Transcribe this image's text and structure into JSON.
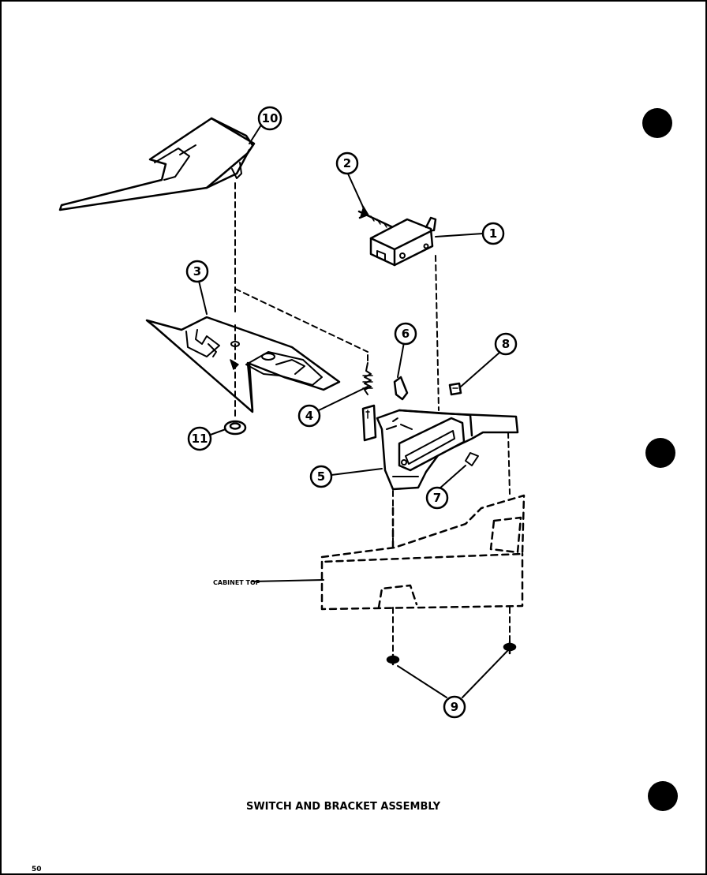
{
  "diagram": {
    "title": "SWITCH AND BRACKET ASSEMBLY",
    "cabinet_label": "CABINET TOP",
    "page_mark": "50",
    "callouts": {
      "c1": "1",
      "c2": "2",
      "c3": "3",
      "c4": "4",
      "c5": "5",
      "c6": "6",
      "c7": "7",
      "c8": "8",
      "c9": "9",
      "c10": "10",
      "c11": "11"
    },
    "colors": {
      "ink": "#000000",
      "paper": "#ffffff"
    }
  }
}
